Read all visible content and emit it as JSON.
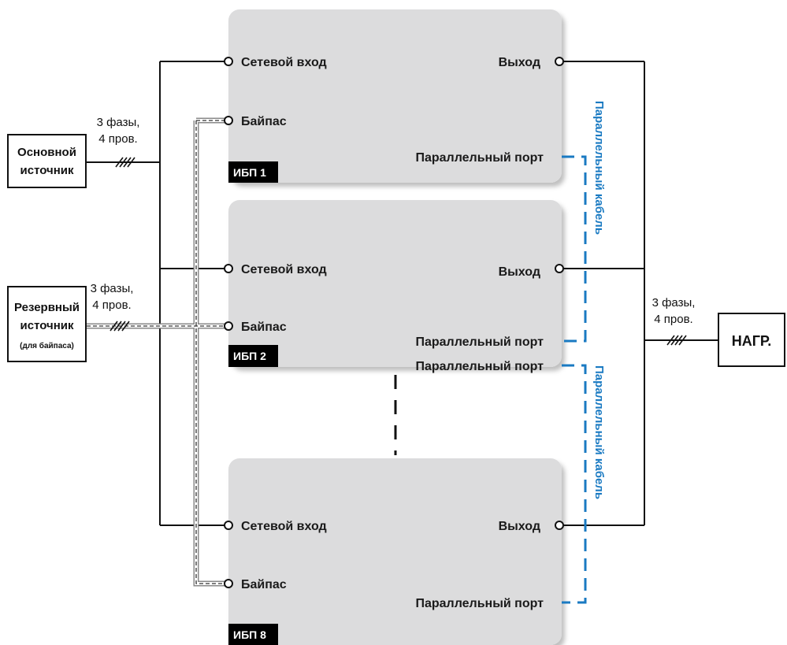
{
  "ups_units": [
    {
      "tag": "ИБП 1",
      "mains_in": "Сетевой вход",
      "bypass": "Байпас",
      "output": "Выход",
      "parallel_port": "Параллельный порт"
    },
    {
      "tag": "ИБП 2",
      "mains_in": "Сетевой вход",
      "bypass": "Байпас",
      "output": "Выход",
      "parallel_port_top": "Параллельный порт",
      "parallel_port_bottom": "Параллельный порт"
    },
    {
      "tag": "ИБП 8",
      "mains_in": "Сетевой вход",
      "bypass": "Байпас",
      "output": "Выход",
      "parallel_port": "Параллельный порт"
    }
  ],
  "sources": {
    "main": {
      "line1": "Основной",
      "line2": "источник"
    },
    "reserve": {
      "line1": "Резервный",
      "line2": "источник",
      "line3": "(для байпаса)"
    }
  },
  "phase_labels": {
    "main": {
      "line1": "3 фазы,",
      "line2": "4 пров."
    },
    "reserve": {
      "line1": "3 фазы,",
      "line2": "4 пров."
    },
    "load": {
      "line1": "3 фазы,",
      "line2": "4 пров."
    }
  },
  "load": {
    "label": "НАГР."
  },
  "parallel_cables": [
    "Параллельный кабель",
    "Параллельный кабель"
  ],
  "colors": {
    "ups_fill": "#dcdcdd",
    "cable": "#1a7ac2",
    "line": "#111111",
    "tag_bg": "#000000"
  }
}
